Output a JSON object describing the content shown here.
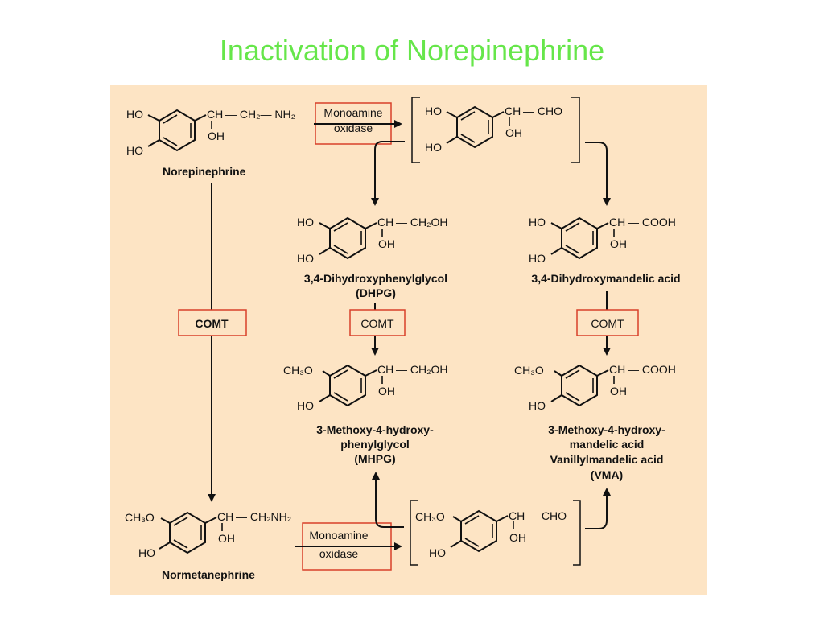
{
  "title": "Inactivation of Norepinephrine",
  "accent_color": "#66e64a",
  "panel_color": "#fde4c4",
  "box_color": "#d8402a",
  "compounds": {
    "norepinephrine": {
      "name": "Norepinephrine",
      "ho_top": "HO",
      "ho_bottom": "HO",
      "side_chain_ch": "CH",
      "side_chain_rest": "— CH₂— NH₂",
      "oh": "OH"
    },
    "aldehyde_top": {
      "ho_top": "HO",
      "ho_bottom": "HO",
      "side_chain_ch": "CH",
      "side_chain_rest": "— CHO",
      "oh": "OH"
    },
    "dhpg": {
      "name_line1": "3,4-Dihydroxyphenylglycol",
      "name_line2": "(DHPG)",
      "ho_top": "HO",
      "ho_bottom": "HO",
      "side_chain_ch": "CH",
      "side_chain_rest": "— CH₂OH",
      "oh": "OH"
    },
    "dhma": {
      "name": "3,4-Dihydroxymandelic acid",
      "ho_top": "HO",
      "ho_bottom": "HO",
      "side_chain_ch": "CH",
      "side_chain_rest": "— COOH",
      "oh": "OH"
    },
    "mhpg": {
      "name_line1": "3-Methoxy-4-hydroxy-",
      "name_line2": "phenylglycol",
      "name_line3": "(MHPG)",
      "ch3o": "CH₃O",
      "ho_bottom": "HO",
      "side_chain_ch": "CH",
      "side_chain_rest": "— CH₂OH",
      "oh": "OH"
    },
    "vma": {
      "name_line1": "3-Methoxy-4-hydroxy-",
      "name_line2": "mandelic acid",
      "name_line3": "Vanillylmandelic acid",
      "name_line4": "(VMA)",
      "ch3o": "CH₃O",
      "ho_bottom": "HO",
      "side_chain_ch": "CH",
      "side_chain_rest": "— COOH",
      "oh": "OH"
    },
    "normetanephrine": {
      "name": "Normetanephrine",
      "ch3o": "CH₃O",
      "ho_bottom": "HO",
      "side_chain_ch": "CH",
      "side_chain_rest": "— CH₂NH₂",
      "oh": "OH"
    },
    "aldehyde_bottom": {
      "ch3o": "CH₃O",
      "ho_bottom": "HO",
      "side_chain_ch": "CH",
      "side_chain_rest": "— CHO",
      "oh": "OH"
    }
  },
  "enzymes": {
    "mao_top_line1": "Monoamine",
    "mao_top_line2": "oxidase",
    "mao_bottom_line1": "Monoamine",
    "mao_bottom_line2": "oxidase",
    "comt_left": "COMT",
    "comt_middle": "COMT",
    "comt_right": "COMT"
  }
}
